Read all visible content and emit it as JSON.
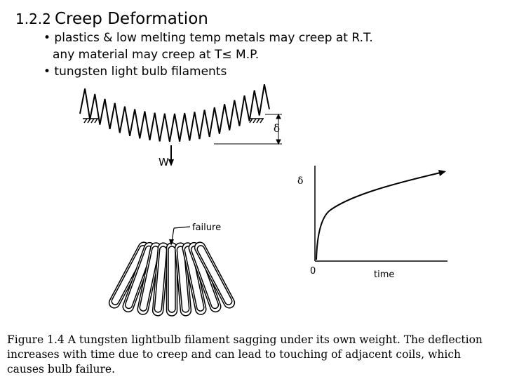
{
  "heading": {
    "number": "1.2.2",
    "title": "Creep Deformation"
  },
  "bullets": [
    "• plastics & low melting temp metals may creep at R.T.",
    "any material may creep at T≤ M.P.",
    "• tungsten light bulb filaments"
  ],
  "figure": {
    "sag": {
      "delta_label": "δ",
      "load_label": "W"
    },
    "failure_label": "failure",
    "plot": {
      "y_label": "δ",
      "origin_label": "0",
      "x_label": "time"
    }
  },
  "caption_lines": [
    "Figure 1.4 A tungsten lightbulb filament sagging under its own weight. The deflection",
    "increases with time due to creep and can lead to touching of adjacent coils, which",
    "causes bulb failure."
  ]
}
